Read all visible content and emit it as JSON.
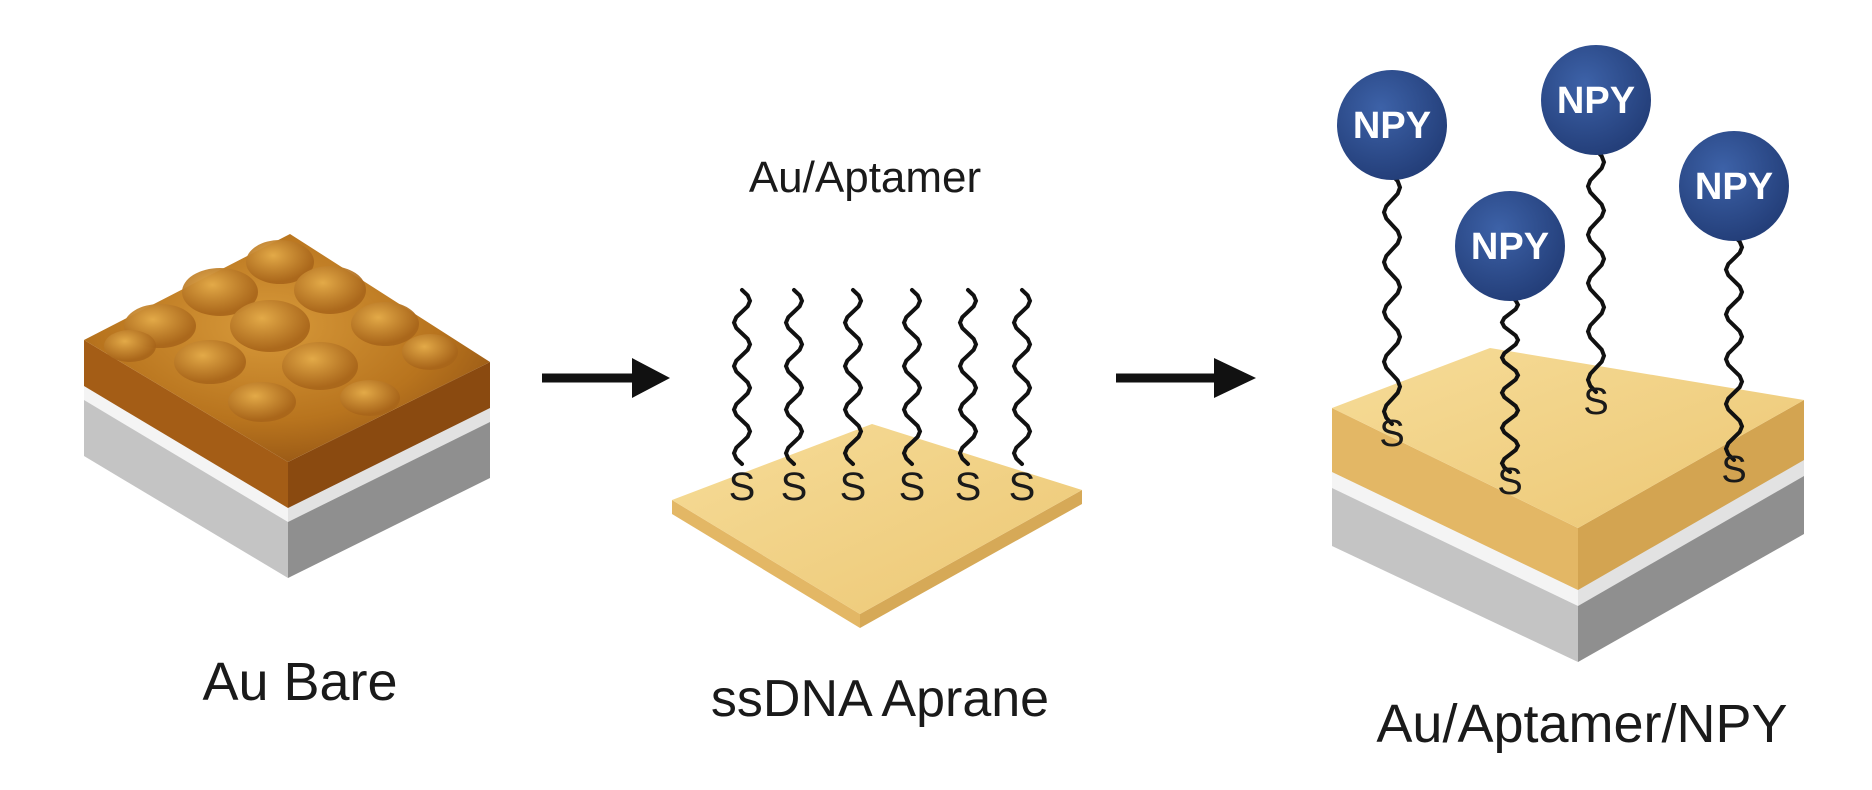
{
  "labels": {
    "au_bare": "Au Bare",
    "au_aptamer_top": "Au/Aptamer",
    "ssdna": "ssDNA Aprane",
    "au_aptamer_npy": "Au/Aptamer/NPY"
  },
  "molecule_label": "NPY",
  "thiol_label": "S",
  "colors": {
    "gold_rough_top": "#b8741e",
    "gold_rough_side": "#9a5512",
    "gold_smooth_top": "#f0cf82",
    "gold_smooth_side": "#e3b765",
    "substrate_gray": "#b0b0b0",
    "npy_circle": "#2e4d8f",
    "strand": "#111111",
    "arrow": "#111111"
  }
}
